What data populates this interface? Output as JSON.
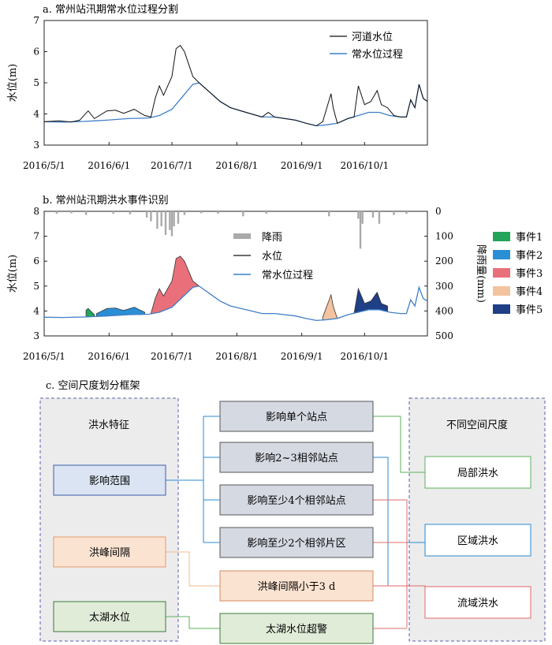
{
  "panel_a": {
    "title": "a. 常州站汛期常水位过程分割"
  },
  "panel_b": {
    "title": "b. 常州站汛期洪水事件识别"
  },
  "panel_c": {
    "title": "c. 空间尺度划分框架"
  },
  "colors": {
    "river": "#111111",
    "normal": "#3f7fc9",
    "rain": "#aaaaaa",
    "event1": "#22a55a",
    "event2": "#2b8fd6",
    "event3": "#e9707a",
    "event4": "#f3c3a0",
    "event5": "#1f3f86",
    "box_blue": "#dae4f2",
    "box_orange": "#fbe3d2",
    "box_green": "#e1ecd8",
    "box_gray": "#d5d9e2",
    "line_green": "#5bb25b",
    "line_blue": "#2a8ad6",
    "line_red": "#e06a6a",
    "line_orange": "#f3b98f",
    "frame": "#5a5fb0"
  },
  "chart_data": [
    {
      "type": "line",
      "title": "a. 常州站汛期常水位过程分割",
      "ylabel": "水位(m)",
      "ylim": [
        3,
        7
      ],
      "yticks": [
        3,
        4,
        5,
        6,
        7
      ],
      "xlim": [
        "2016-05-01",
        "2016-10-31"
      ],
      "xticks": [
        "2016/5/1",
        "2016/6/1",
        "2016/7/1",
        "2016/8/1",
        "2016/9/1",
        "2016/10/1"
      ],
      "series": [
        {
          "name": "河道水位",
          "points": [
            [
              "2016-05-01",
              3.75
            ],
            [
              "2016-05-08",
              3.78
            ],
            [
              "2016-05-14",
              3.74
            ],
            [
              "2016-05-18",
              3.8
            ],
            [
              "2016-05-22",
              4.1
            ],
            [
              "2016-05-25",
              3.85
            ],
            [
              "2016-05-31",
              4.1
            ],
            [
              "2016-06-04",
              4.12
            ],
            [
              "2016-06-08",
              4.02
            ],
            [
              "2016-06-13",
              4.15
            ],
            [
              "2016-06-18",
              3.95
            ],
            [
              "2016-06-21",
              3.9
            ],
            [
              "2016-06-23",
              4.5
            ],
            [
              "2016-06-25",
              4.9
            ],
            [
              "2016-06-27",
              4.6
            ],
            [
              "2016-06-29",
              4.9
            ],
            [
              "2016-07-01",
              5.2
            ],
            [
              "2016-07-03",
              6.1
            ],
            [
              "2016-07-05",
              6.2
            ],
            [
              "2016-07-07",
              6.0
            ],
            [
              "2016-07-09",
              5.6
            ],
            [
              "2016-07-11",
              5.2
            ],
            [
              "2016-07-14",
              5.0
            ],
            [
              "2016-07-19",
              4.7
            ],
            [
              "2016-07-24",
              4.4
            ],
            [
              "2016-07-29",
              4.2
            ],
            [
              "2016-08-03",
              4.1
            ],
            [
              "2016-08-08",
              4.0
            ],
            [
              "2016-08-13",
              3.9
            ],
            [
              "2016-08-16",
              4.05
            ],
            [
              "2016-08-19",
              3.9
            ],
            [
              "2016-08-24",
              3.85
            ],
            [
              "2016-08-29",
              3.8
            ],
            [
              "2016-09-03",
              3.7
            ],
            [
              "2016-09-08",
              3.62
            ],
            [
              "2016-09-11",
              3.75
            ],
            [
              "2016-09-15",
              4.65
            ],
            [
              "2016-09-16",
              4.2
            ],
            [
              "2016-09-18",
              3.7
            ],
            [
              "2016-09-23",
              3.85
            ],
            [
              "2016-09-26",
              3.9
            ],
            [
              "2016-09-28",
              4.9
            ],
            [
              "2016-09-30",
              4.5
            ],
            [
              "2016-10-01",
              4.3
            ],
            [
              "2016-10-04",
              4.4
            ],
            [
              "2016-10-07",
              4.75
            ],
            [
              "2016-10-09",
              4.3
            ],
            [
              "2016-10-12",
              4.2
            ],
            [
              "2016-10-15",
              3.95
            ],
            [
              "2016-10-18",
              3.9
            ],
            [
              "2016-10-21",
              3.9
            ],
            [
              "2016-10-23",
              4.45
            ],
            [
              "2016-10-25",
              4.2
            ],
            [
              "2016-10-27",
              4.95
            ],
            [
              "2016-10-29",
              4.5
            ],
            [
              "2016-10-31",
              4.4
            ]
          ]
        },
        {
          "name": "常水位过程",
          "points": [
            [
              "2016-05-01",
              3.75
            ],
            [
              "2016-05-10",
              3.74
            ],
            [
              "2016-05-20",
              3.76
            ],
            [
              "2016-05-31",
              3.8
            ],
            [
              "2016-06-10",
              3.85
            ],
            [
              "2016-06-20",
              3.87
            ],
            [
              "2016-06-25",
              3.95
            ],
            [
              "2016-07-01",
              4.15
            ],
            [
              "2016-07-06",
              4.55
            ],
            [
              "2016-07-11",
              4.95
            ],
            [
              "2016-07-14",
              5.0
            ],
            [
              "2016-07-19",
              4.7
            ],
            [
              "2016-07-24",
              4.4
            ],
            [
              "2016-07-29",
              4.2
            ],
            [
              "2016-08-03",
              4.1
            ],
            [
              "2016-08-08",
              4.0
            ],
            [
              "2016-08-13",
              3.9
            ],
            [
              "2016-08-19",
              3.9
            ],
            [
              "2016-08-24",
              3.85
            ],
            [
              "2016-08-29",
              3.8
            ],
            [
              "2016-09-03",
              3.7
            ],
            [
              "2016-09-08",
              3.62
            ],
            [
              "2016-09-13",
              3.65
            ],
            [
              "2016-09-18",
              3.7
            ],
            [
              "2016-09-23",
              3.85
            ],
            [
              "2016-09-28",
              3.95
            ],
            [
              "2016-10-03",
              4.05
            ],
            [
              "2016-10-08",
              4.05
            ],
            [
              "2016-10-13",
              3.95
            ],
            [
              "2016-10-18",
              3.9
            ],
            [
              "2016-10-21",
              3.9
            ],
            [
              "2016-10-23",
              4.45
            ],
            [
              "2016-10-25",
              4.2
            ],
            [
              "2016-10-27",
              4.95
            ],
            [
              "2016-10-29",
              4.5
            ],
            [
              "2016-10-31",
              4.4
            ]
          ]
        }
      ],
      "legend": "top-right"
    },
    {
      "type": "line",
      "title": "b. 常州站汛期洪水事件识别",
      "ylabel": "水位(m)",
      "y2label": "降雨量(mm)",
      "ylim": [
        3,
        8
      ],
      "yticks": [
        3,
        4,
        5,
        6,
        7,
        8
      ],
      "y2lim": [
        0,
        500
      ],
      "y2ticks": [
        0,
        100,
        200,
        300,
        400,
        500
      ],
      "xlim": [
        "2016-05-01",
        "2016-10-31"
      ],
      "xticks": [
        "2016/5/1",
        "2016/6/1",
        "2016/7/1",
        "2016/8/1",
        "2016/9/1",
        "2016/10/1"
      ],
      "rain_name": "降雨",
      "river_name": "水位",
      "normal_name": "常水位过程",
      "rain": [
        [
          "2016-05-07",
          10
        ],
        [
          "2016-05-14",
          8
        ],
        [
          "2016-05-21",
          15
        ],
        [
          "2016-06-03",
          10
        ],
        [
          "2016-06-11",
          12
        ],
        [
          "2016-06-19",
          25
        ],
        [
          "2016-06-21",
          40
        ],
        [
          "2016-06-24",
          70
        ],
        [
          "2016-06-26",
          60
        ],
        [
          "2016-06-28",
          95
        ],
        [
          "2016-06-30",
          75
        ],
        [
          "2016-07-01",
          100
        ],
        [
          "2016-07-02",
          60
        ],
        [
          "2016-07-04",
          50
        ],
        [
          "2016-07-07",
          15
        ],
        [
          "2016-07-15",
          8
        ],
        [
          "2016-07-23",
          10
        ],
        [
          "2016-08-04",
          20
        ],
        [
          "2016-08-15",
          10
        ],
        [
          "2016-09-14",
          20
        ],
        [
          "2016-09-28",
          30
        ],
        [
          "2016-09-29",
          150
        ],
        [
          "2016-09-30",
          50
        ],
        [
          "2016-10-05",
          25
        ],
        [
          "2016-10-08",
          50
        ],
        [
          "2016-10-15",
          15
        ],
        [
          "2016-10-21",
          10
        ]
      ],
      "events": [
        {
          "name": "事件1",
          "start": "2016-05-21",
          "end": "2016-05-25"
        },
        {
          "name": "事件2",
          "start": "2016-05-26",
          "end": "2016-06-18"
        },
        {
          "name": "事件3",
          "start": "2016-06-21",
          "end": "2016-07-14"
        },
        {
          "name": "事件4",
          "start": "2016-09-11",
          "end": "2016-09-19"
        },
        {
          "name": "事件5",
          "start": "2016-09-26",
          "end": "2016-10-12"
        }
      ],
      "legend": "top-center"
    }
  ],
  "diagram": {
    "left_header": "洪水特征",
    "right_header": "不同空间尺度",
    "left_boxes": [
      "影响范围",
      "洪峰间隔",
      "太湖水位"
    ],
    "middle_boxes": [
      "影响单个站点",
      "影响2~3相邻站点",
      "影响至少4个相邻站点",
      "影响至少2个相邻片区",
      "洪峰间隔小于3 d",
      "太湖水位超警"
    ],
    "right_boxes": [
      "局部洪水",
      "区域洪水",
      "流域洪水"
    ]
  }
}
